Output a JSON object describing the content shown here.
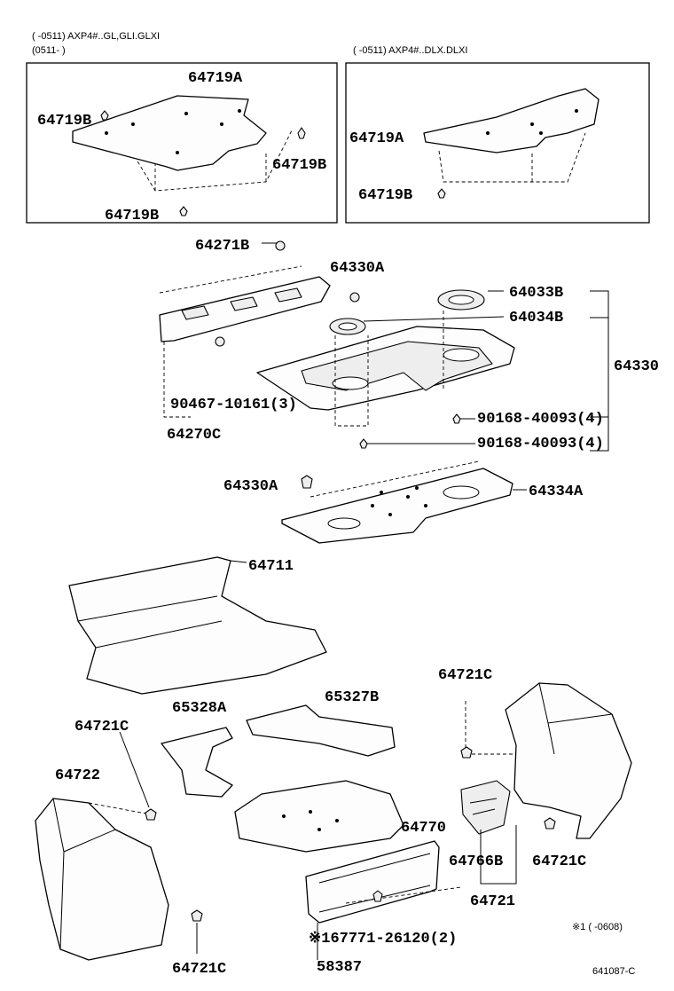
{
  "header": {
    "variant_left_1": "(      -0511) AXP4#..GL,GLI.GLXI",
    "variant_left_2": "(0511-      )",
    "variant_right": "(      -0511) AXP4#..DLX.DLXI"
  },
  "labels": {
    "l64719A_left": "64719A",
    "l64719B_left_a": "64719B",
    "l64719B_left_b": "64719B",
    "l64719B_left_c": "64719B",
    "l64719A_right": "64719A",
    "l64719B_right": "64719B",
    "l64271B": "64271B",
    "l64330A_top": "64330A",
    "l64033B": "64033B",
    "l64034B": "64034B",
    "l64330": "64330",
    "l90467": "90467-10161(3)",
    "l64270C": "64270C",
    "l90168_a": "90168-40093(4)",
    "l90168_b": "90168-40093(4)",
    "l64330A_mid": "64330A",
    "l64334A": "64334A",
    "l64711": "64711",
    "l64721C_top": "64721C",
    "l65327B": "65327B",
    "l65328A": "65328A",
    "l64721C_left": "64721C",
    "l64722": "64722",
    "l64770": "64770",
    "l64766B": "64766B",
    "l64721C_right": "64721C",
    "l64721": "64721",
    "l67771": "※167771-26120(2)",
    "l58387": "58387",
    "l64721C_bottom": "64721C"
  },
  "footer": {
    "note": "※1 (      -0608)",
    "diagram_code": "641087-C"
  }
}
